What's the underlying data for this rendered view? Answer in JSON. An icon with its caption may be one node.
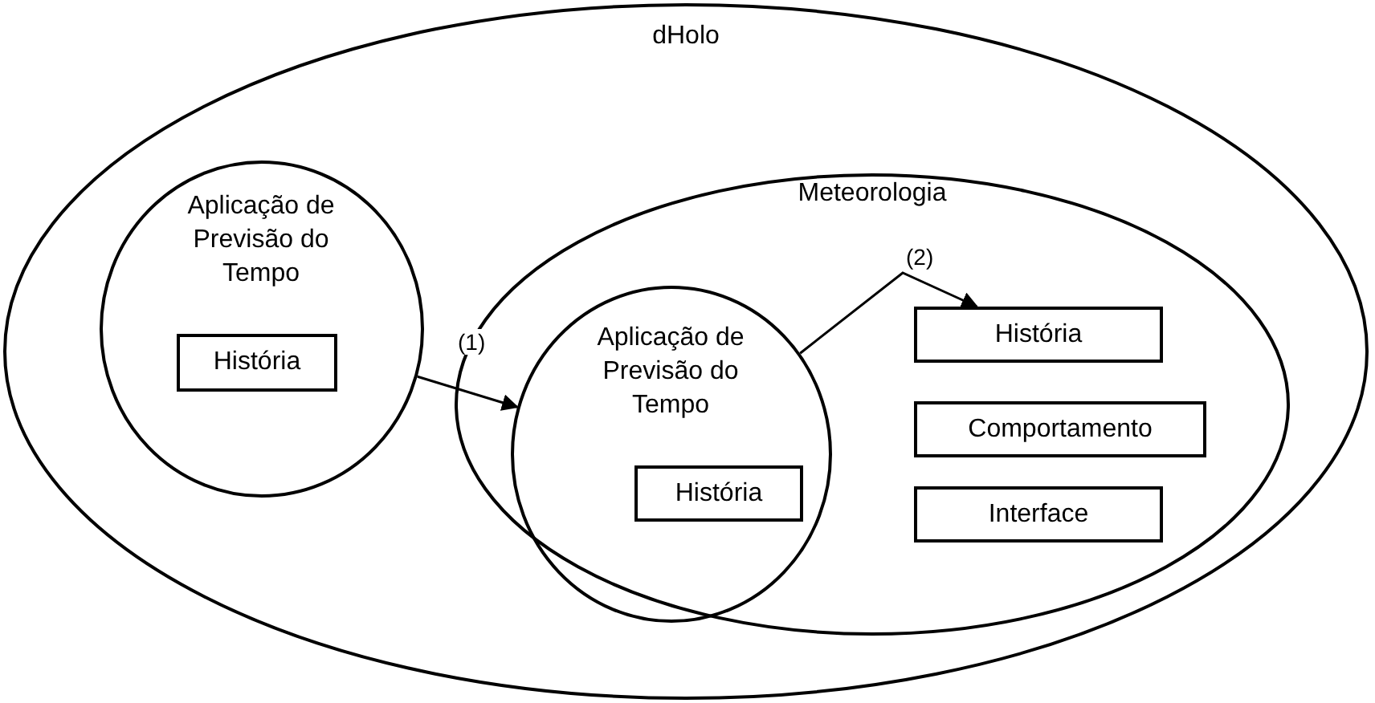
{
  "diagram": {
    "nodes": [
      {
        "text": [
          "dHolo"
        ]
      },
      {
        "text": [
          "Aplicação de Previsão do Tempo"
        ],
        "in": 0
      },
      {
        "text": [
          "História"
        ],
        "in": 1
      },
      {
        "text": [
          "Meteorologia"
        ],
        "in": 0
      },
      {
        "text": [
          "Aplicação de Previsão do Tempo"
        ],
        "in": 3
      },
      {
        "text": [
          "História"
        ],
        "in": 4
      },
      {
        "text": [
          "História"
        ],
        "in": 3
      },
      {
        "text": [
          "Comportamento"
        ],
        "in": 3
      },
      {
        "text": [
          "Interface"
        ],
        "in": 3
      }
    ],
    "edges": [
      {
        "from": 1,
        "to": 4,
        "arrow": "to",
        "label": "(1)"
      },
      {
        "from": 4,
        "to": 6,
        "arrow": "to",
        "label": "(2)"
      }
    ]
  }
}
